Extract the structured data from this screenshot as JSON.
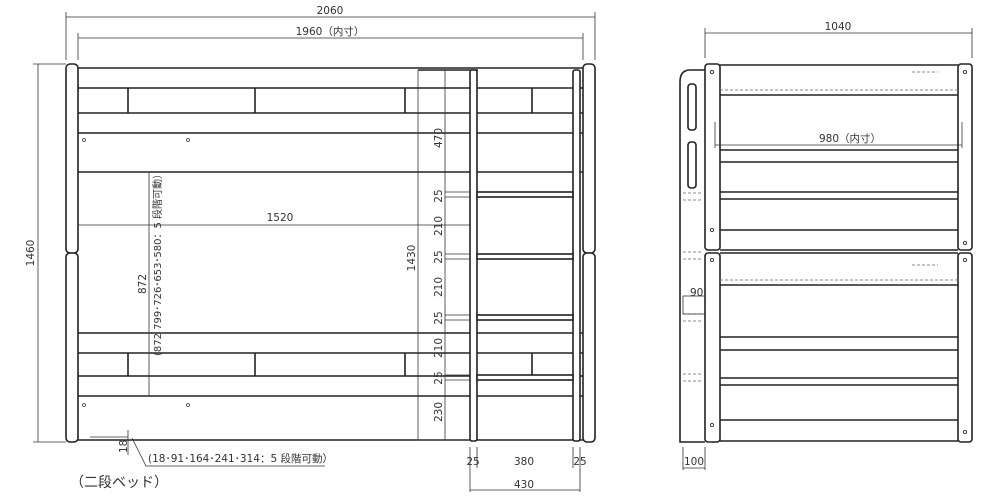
{
  "front_view": {
    "overall_width": "2060",
    "inner_width": "1960（内寸）",
    "overall_height": "1460",
    "slat_length": "1520",
    "upper_height": "872",
    "upper_positions": "(872 799･726･653･580：5 段階可動）",
    "ladder_height": "1430",
    "ladder_steps": [
      "470",
      "25",
      "210",
      "25",
      "210",
      "25",
      "210",
      "25",
      "230"
    ],
    "bottom_offset": "18",
    "lower_positions": "(18･91･164･241･314：5 段階可動）",
    "ladder_rail_left": "25",
    "ladder_inner": "380",
    "ladder_rail_right": "25",
    "ladder_width": "430"
  },
  "side_view": {
    "overall_depth": "1040",
    "inner_depth": "980（内寸）",
    "ladder_hook": "90",
    "ladder_depth": "100"
  },
  "caption": "（二段ベッド）"
}
